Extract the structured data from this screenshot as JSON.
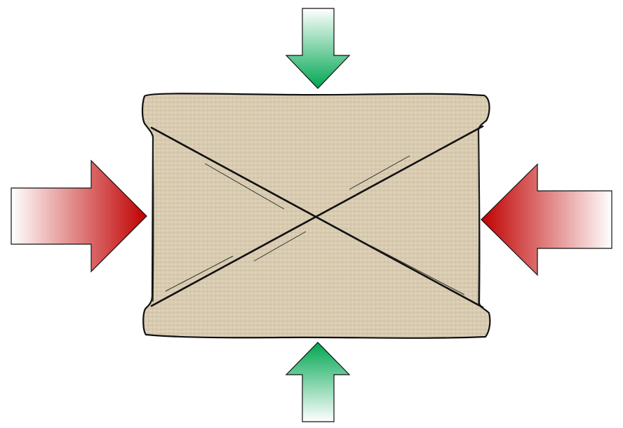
{
  "diagram": {
    "colors": {
      "background": "#ffffff",
      "canvas_fill": "#d9ccb2",
      "canvas_outline": "#111111",
      "red_arrow_dark": "#c00000",
      "red_arrow_light": "#ffffff",
      "green_arrow_dark": "#00a651",
      "green_arrow_light": "#ffffff"
    },
    "elements": {
      "stretched_canvas": "canvas-panel",
      "diagonal_braces": 2,
      "horizontal_force_arrows": 2,
      "vertical_force_arrows": 2
    }
  }
}
